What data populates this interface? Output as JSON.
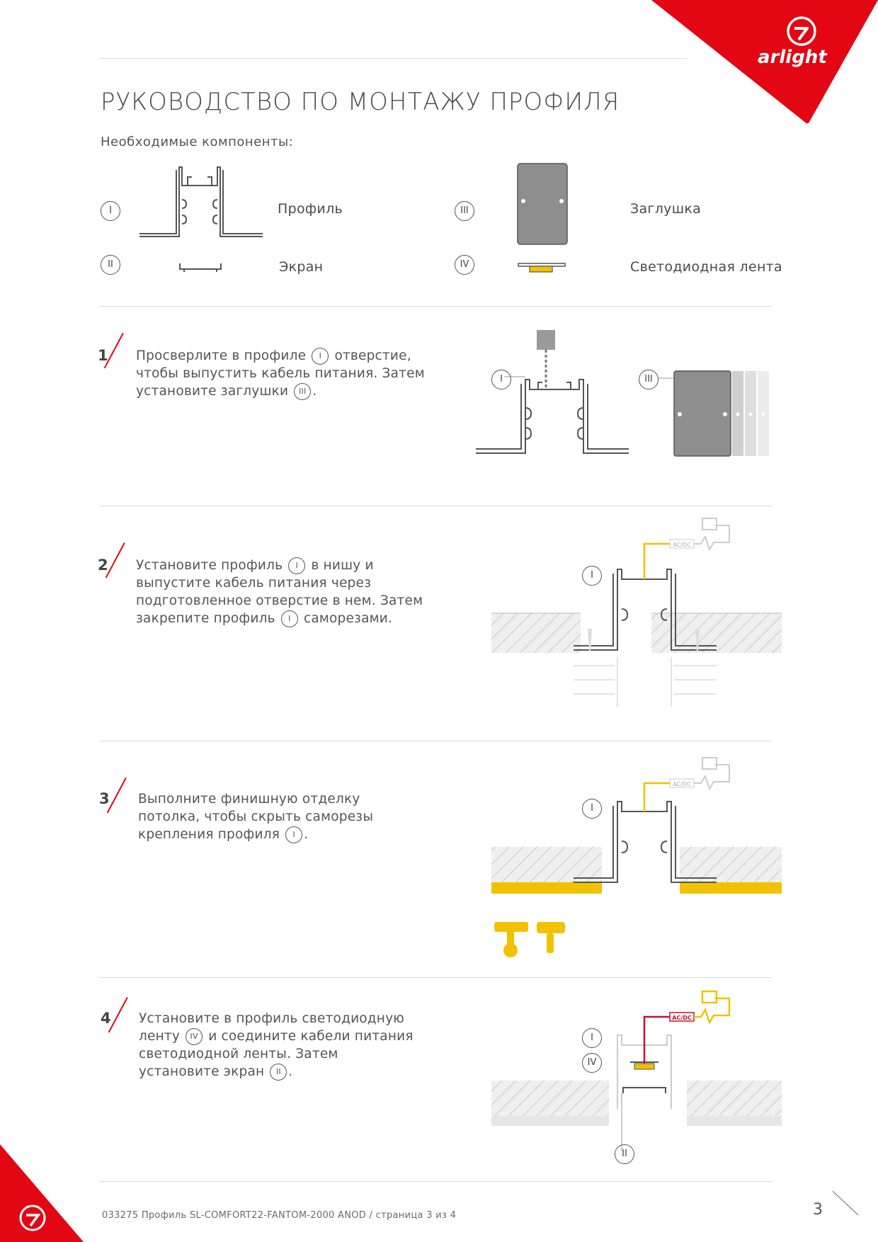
{
  "brand": {
    "name": "arlight",
    "color": "#e30613"
  },
  "title": "РУКОВОДСТВО ПО МОНТАЖУ ПРОФИЛЯ",
  "subtitle": "Необходимые компоненты:",
  "components": [
    {
      "num": "I",
      "label": "Профиль"
    },
    {
      "num": "II",
      "label": "Экран"
    },
    {
      "num": "III",
      "label": "Заглушка"
    },
    {
      "num": "IV",
      "label": "Светодиодная лента"
    }
  ],
  "steps": [
    {
      "num": "1",
      "parts": [
        "Просверлите в профиле",
        "I",
        "отверстие, чтобы выпустить кабель питания. Затем установите заглушки",
        "III",
        "."
      ]
    },
    {
      "num": "2",
      "parts": [
        "Установите профиль",
        "I",
        "в нишу и выпустите кабель питания через подготовленное отверстие в нем. Затем закрепите профиль",
        "I",
        "саморезами."
      ]
    },
    {
      "num": "3",
      "parts": [
        "Выполните финишную отделку потолка, чтобы скрыть саморезы крепления профиля",
        "I",
        "."
      ]
    },
    {
      "num": "4",
      "parts": [
        "Установите в профиль светодиодную ленту",
        "IV",
        "и соедините кабели питания светодиодной ленты. Затем установите экран",
        "II",
        "."
      ]
    }
  ],
  "diagram_labels": {
    "step1_profile": "I",
    "step1_cap": "III",
    "step2_profile": "I",
    "step2_driver": "AC/DC",
    "step3_profile": "I",
    "step3_driver": "AC/DC",
    "step4_profile": "I",
    "step4_tape": "IV",
    "step4_screen": "II",
    "step4_driver": "AC/DC"
  },
  "footer": "033275 Профиль SL-COMFORT22-FANTOM-2000 ANOD / страница 3 из 4",
  "page_number": "3"
}
